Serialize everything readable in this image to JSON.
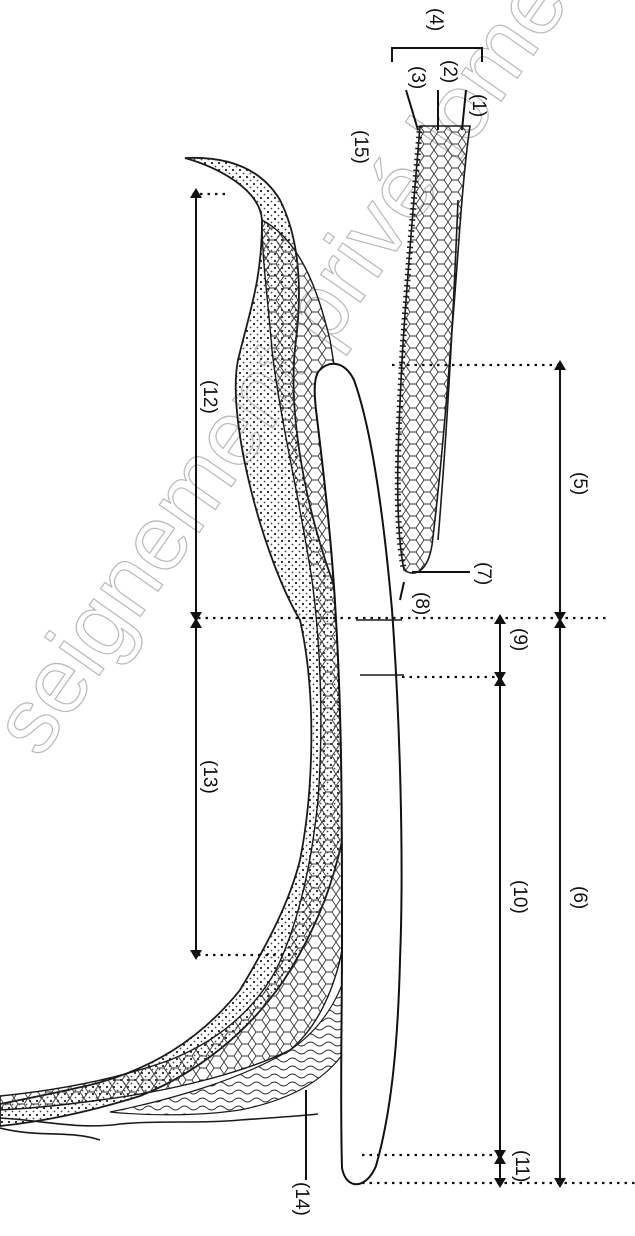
{
  "watermark": "seignement privé lomel",
  "labels": {
    "l1": "(1)",
    "l2": "(2)",
    "l3": "(3)",
    "l4": "(4)",
    "l5": "(5)",
    "l6": "(6)",
    "l7": "(7)",
    "l8": "(8)",
    "l9": "(9)",
    "l10": "(10)",
    "l11": "(11)",
    "l12": "(12)",
    "l13": "(13)",
    "l14": "(14)",
    "l15": "(15)"
  }
}
